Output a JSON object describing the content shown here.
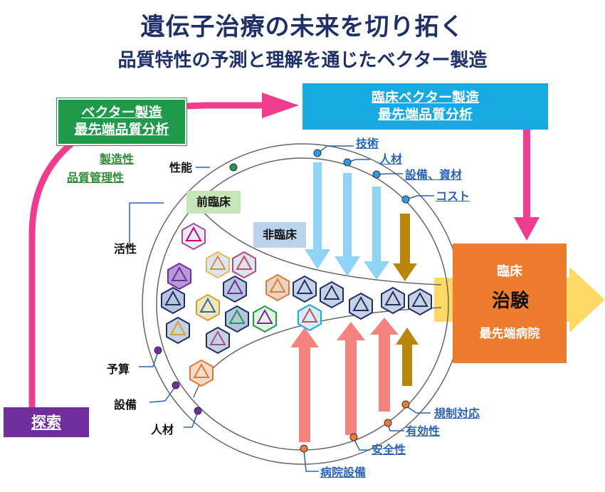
{
  "title": {
    "main": "遺伝子治療の未来を切り拓く",
    "sub": "品質特性の予測と理解を通じたベクター製造"
  },
  "boxes": {
    "left_top": {
      "line1": "ベクター製造",
      "line2": "最先端品質分析"
    },
    "right_top": {
      "line1": "臨床ベクター製造",
      "line2": "最先端品質分析"
    },
    "bottom_left": "探索",
    "preclinical": "前臨床",
    "nonclinical": "非臨床",
    "clinical": {
      "top": "臨床",
      "middle": "治験",
      "bottom": "最先端病院"
    }
  },
  "labels": {
    "manufacturability": "製造性",
    "quality_control": "品質管理性",
    "performance": "性能",
    "activity": "活性",
    "technology": "技術",
    "personnel_top": "人材",
    "equipment_materials": "設備、資材",
    "cost": "コスト",
    "budget": "予算",
    "equipment_left": "設備",
    "personnel_left": "人材",
    "regulatory": "規制対応",
    "efficacy": "有効性",
    "safety": "安全性",
    "hospital_equipment": "病院設備"
  },
  "colors": {
    "title": "#1f3069",
    "green_box": "#1f9a4a",
    "blue_box": "#17a9e1",
    "purple_box": "#6f2e9b",
    "pink_arrow": "#ee3d8f",
    "orange_box": "#ee7c2f",
    "yellow_arrow": "#ffd966",
    "light_blue_arrow": "#8fd3f5",
    "salmon_arrow": "#f4837d",
    "gold_arrow": "#b8860b"
  }
}
